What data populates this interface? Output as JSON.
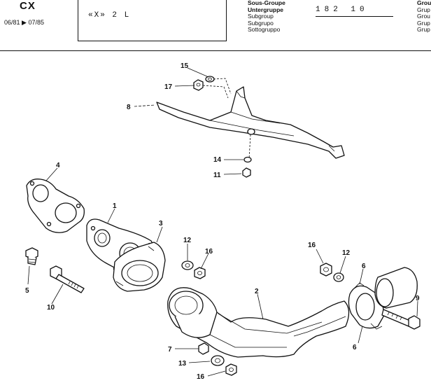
{
  "header": {
    "model": "CX",
    "dates": "06/81 ▶ 07/85",
    "variant": "«X» 2 L",
    "subgroup_labels": [
      "Sous-Groupe",
      "Untergruppe",
      "Subgroup",
      "Subgrupo",
      "Sottogruppo"
    ],
    "subgroup_code": "182 10",
    "group_labels": [
      "Grou",
      "Grup",
      "Grou",
      "Grup",
      "Grup"
    ]
  },
  "callouts": {
    "c15": "15",
    "c17": "17",
    "c8": "8",
    "c14": "14",
    "c11": "11",
    "c4": "4",
    "c1": "1",
    "c3": "3",
    "c12a": "12",
    "c16a": "16",
    "c5": "5",
    "c10": "10",
    "c2": "2",
    "c16b": "16",
    "c12b": "12",
    "c6a": "6",
    "c9": "9",
    "c6b": "6",
    "c7": "7",
    "c13": "13",
    "c16c": "16"
  }
}
